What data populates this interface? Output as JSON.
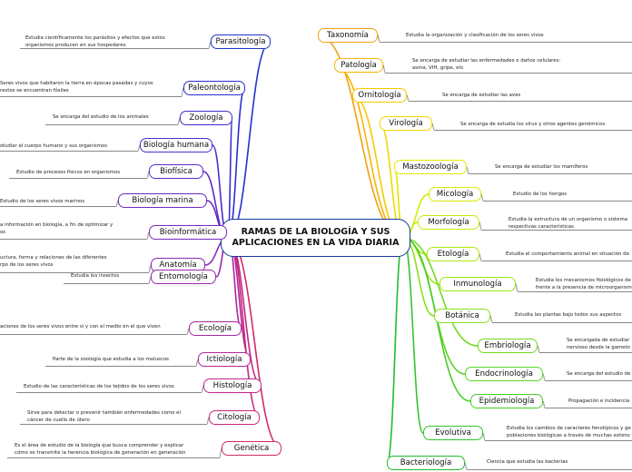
{
  "central": {
    "title": "RAMAS DE LA BIOLOGÍA Y SUS\nAPLICACIONES EN LA VIDA DIARIA",
    "color": "#1a3a9c"
  },
  "left_branches": [
    {
      "label": "Parasitología",
      "desc": "Estudia científicamente los parásitos y efectos que estos\norganismos producen en sus hospedares",
      "color": "#2233cc"
    },
    {
      "label": "Paleontología",
      "desc": "Seres vivos que habitaron la tierra en épocas pasadas y cuyos\nrestos se encuentran fósiles",
      "color": "#2a2ed0"
    },
    {
      "label": "Zoología",
      "desc": "Se encarga del estudio de los animales",
      "color": "#3d2fcf"
    },
    {
      "label": "Biología humana",
      "desc": "studiar el cuerpo humano y sus organismos",
      "color": "#4d2ccd"
    },
    {
      "label": "Biofísica",
      "desc": "Estudio de procesos físicos en organismos",
      "color": "#5c2bc9"
    },
    {
      "label": "Biología marina",
      "desc": "Estudio de los seres vivos marinos",
      "color": "#6b2ac4"
    },
    {
      "label": "Bioinformática",
      "desc": "a información en biología, a fin de optimizar y\nos",
      "color": "#7a2abf"
    },
    {
      "label": "Anatomía",
      "desc": "uctura, forma y relaciones de las diferentes\nrpo de los seres vivos",
      "color": "#8a29b8"
    },
    {
      "label": "Entomología",
      "desc": "Estudia los insectos",
      "color": "#9a28ae"
    },
    {
      "label": "Ecología",
      "desc": "aciones de los seres vivos entre sí y con el medio en el que viven",
      "color": "#a828a3"
    },
    {
      "label": "Ictiología",
      "desc": "Parte de la zoología que estudia a los moluscos",
      "color": "#b42896"
    },
    {
      "label": "Histología",
      "desc": "Estudio de las características de los tejidos de los seres vivos",
      "color": "#be2888"
    },
    {
      "label": "Citología",
      "desc": "Sirve para detectar o prevenir también enfermedades como el\ncáncer de cuello de útero",
      "color": "#c8287a"
    },
    {
      "label": "Genética",
      "desc": "Es el área de estudio de la biología que busca comprender y explicar\ncómo se transmite la herencia biológica de generación en generación",
      "color": "#d2286c"
    }
  ],
  "right_branches": [
    {
      "label": "Taxonomía",
      "desc": "Estudia la organización y clasificación de los seres vivos",
      "color": "#f0a010"
    },
    {
      "label": "Patología",
      "desc": "Se encarga de estudiar las enfermedades o daños celulares:\nasma, VIH, gripe, etc",
      "color": "#f5b400"
    },
    {
      "label": "Ornitología",
      "desc": "Se encarga de estudiar las aves",
      "color": "#f7c800"
    },
    {
      "label": "Virología",
      "desc": "Se encarga de estudia los virus y otros agentes genómicos",
      "color": "#f2d800"
    },
    {
      "label": "Mastozoología",
      "desc": "Se encarga de estudiar los mamíferos",
      "color": "#e6e600"
    },
    {
      "label": "Micología",
      "desc": "Estudio de los hongos",
      "color": "#d6ea00"
    },
    {
      "label": "Morfología",
      "desc": "Estudia la estructura de un organismo o sistema\nrespectivas características",
      "color": "#c6ec10"
    },
    {
      "label": "Etología",
      "desc": "Estudia el comportamiento animal en situación de",
      "color": "#b2ea10"
    },
    {
      "label": "Inmunología",
      "desc": "Estudia los mecanismos fisiológicos de\nfrente a la presencia de microorganism",
      "color": "#9ee616"
    },
    {
      "label": "Botánica",
      "desc": "Estudia las plantas bajo todos sus aspectos",
      "color": "#8ae01c"
    },
    {
      "label": "Embriología",
      "desc": "Se encargada de estudiar\nnervioso desde la gameto",
      "color": "#74da20"
    },
    {
      "label": "Endocrinología",
      "desc": "Se encarga del estudio de",
      "color": "#5ed424"
    },
    {
      "label": "Epidemiología",
      "desc": "Propagación e incidencia",
      "color": "#48cc28"
    },
    {
      "label": "Evolutiva",
      "desc": "Estudia los cambios de caracteres fenotípicos y ge\npoblaciones biológicas a través de muchas extens",
      "color": "#34c42c"
    },
    {
      "label": "Bacteriología",
      "desc": "Ciencia que estudia las bacterias",
      "color": "#22bc30"
    }
  ]
}
